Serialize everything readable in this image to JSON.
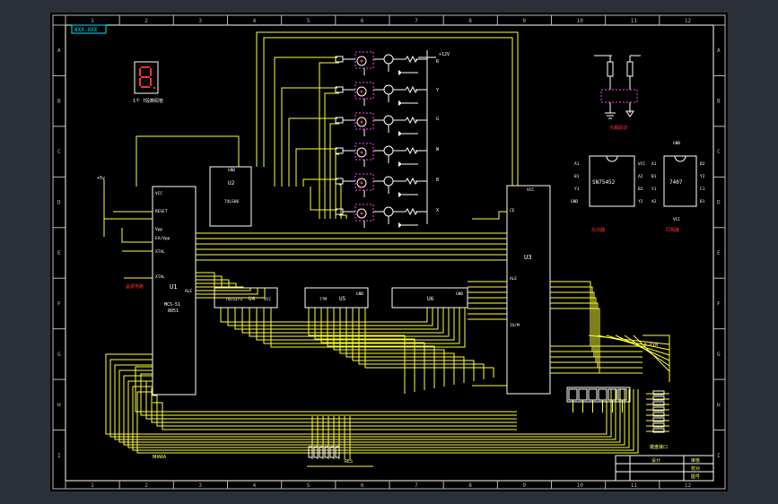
{
  "drawing": {
    "title_tag": "8XX-XXX",
    "border_row_letters": [
      "A",
      "B",
      "C",
      "D",
      "E",
      "F",
      "G",
      "H",
      "I"
    ],
    "border_col_numbers": [
      "1",
      "2",
      "3",
      "4",
      "5",
      "6",
      "7",
      "8",
      "9",
      "10",
      "11",
      "12"
    ]
  },
  "chips": {
    "u1": {
      "ref": "U1",
      "part": "MCS-51",
      "sub": "8051",
      "pins_left": [
        "VCC",
        "RESET",
        "Vpp",
        "EA/Vpp",
        "XTAL",
        "XTAL"
      ],
      "pin_ale": "ALE"
    },
    "u2": {
      "ref": "U2",
      "part": "74LS06",
      "pin_top": "GND"
    },
    "u3": {
      "ref": "U3",
      "pin_top": "VCC",
      "pin_ce": "CE",
      "pin_ale": "ALE",
      "pin_io": "IO/M"
    },
    "u4": {
      "ref": "U4",
      "part": "74LS373",
      "pin_vcc": "VCC"
    },
    "u5": {
      "ref": "U5",
      "part": "7?M",
      "pin_gnd": "GND"
    },
    "u6": {
      "ref": "U6",
      "pin_gnd": "GND"
    }
  },
  "rails": {
    "vcc": "+5v",
    "led_supply": "+12V"
  },
  "labels": {
    "seg_note": "1个 7段数码管",
    "crystal_note": "晶振电路",
    "driver_note": "光耦驱动",
    "ic1_caption": "反向器",
    "ic2_caption": "同相器",
    "keypad_note": "键盘接口",
    "connector_label": "5.PIN",
    "res_net_label": "RES",
    "bus_label": "NHARA"
  },
  "outputs": [
    "R",
    "Y",
    "G",
    "W",
    "B",
    "X"
  ],
  "ic_sn75452": {
    "name": "SN75452",
    "pins_left": [
      "A1",
      "B1",
      "Y1",
      "GND"
    ],
    "pins_right": [
      "VCC",
      "A2",
      "B2",
      "Y2"
    ]
  },
  "ic_7407": {
    "name": "7407",
    "top_label": "GND",
    "bottom_label": "VCC",
    "pins_left": [
      "A1",
      "B1",
      "Y1",
      "A2"
    ],
    "pins_right": [
      "B2",
      "Y2",
      "C1",
      "D1"
    ]
  },
  "title_block": {
    "row1": "设计",
    "row2": "校对",
    "row3": "审核",
    "sheet": "图号"
  }
}
